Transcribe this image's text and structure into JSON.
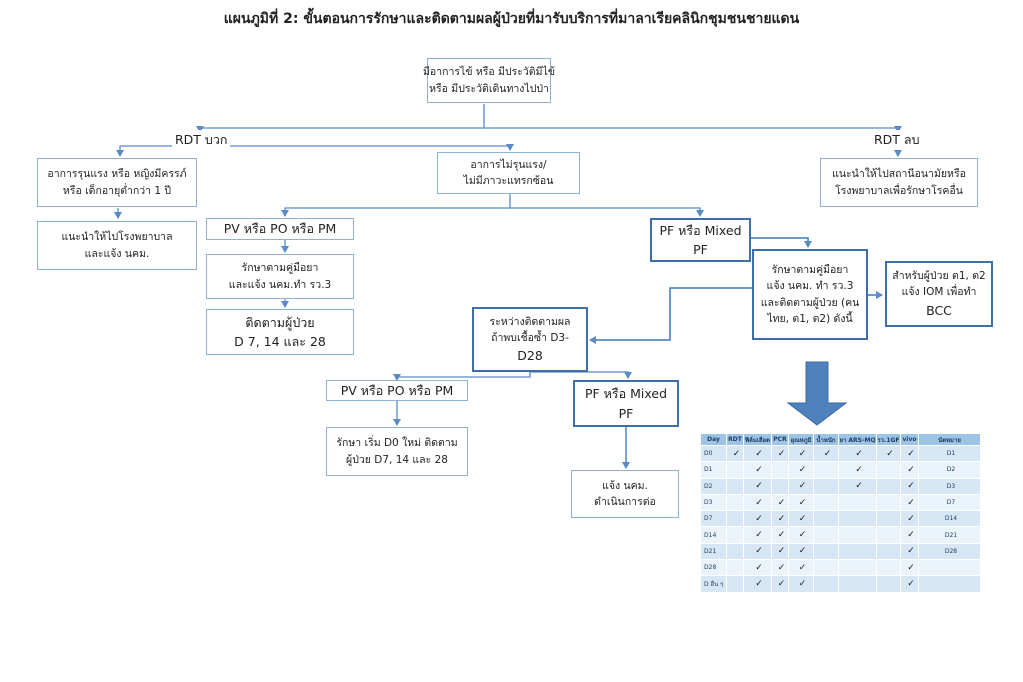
{
  "title": "แผนภูมิที่ 2: ขั้นตอนการรักษาและติดตามผลผู้ป่วยที่มารับบริการที่มาลาเรียคลินิกชุมชนชายแดน",
  "nodes": {
    "start": [
      "มีอาการไข้ หรือ มีประวัติมีไข้",
      "หรือ มีประวัติเดินทางไปป่า"
    ],
    "rdt_pos": "RDT บวก",
    "rdt_neg": "RDT ลบ",
    "severe": [
      "อาการรุนแรง หรือ หญิงมีครรภ์",
      "หรือ เด็กอายุต่ำกว่า 1 ปี"
    ],
    "severe_refer": [
      "แนะนำให้ไปโรงพยาบาล",
      "และแจ้ง นคม."
    ],
    "not_severe": [
      "อาการไม่รุนแรง/",
      "ไม่มีภาวะแทรกซ้อน"
    ],
    "negative_advice": [
      "แนะนำให้ไปสถานีอนามัยหรือ",
      "โรงพยาบาลเพื่อรักษาโรคอื่น"
    ],
    "pv_po_pm": "PV หรือ PO หรือ PM",
    "pv_treat": [
      "รักษาตามคู่มือยา",
      "และแจ้ง นคม.ทำ รว.3"
    ],
    "pv_follow": [
      "ติดตามผู้ป่วย",
      "D 7, 14 และ 28"
    ],
    "pf_mixed": [
      "PF หรือ Mixed",
      "PF"
    ],
    "pf_treat": [
      "รักษาตามคู่มือยา",
      "แจ้ง นคม. ทำ รว.3",
      "และติดตามผู้ป่วย (คน",
      "ไทย, ต1, ต2) ดังนี้"
    ],
    "thai_ibc": [
      "สำหรับผู้ป่วย ต1, ต2",
      "แจ้ง IOM เพื่อทำ",
      "BCC"
    ],
    "recheck": [
      "ระหว่างติดตามผล",
      "ถ้าพบเชื้อซ้ำ D3-",
      "D28"
    ],
    "pv_po_pm_2": "PV หรือ PO หรือ PM",
    "restart": [
      "รักษา เริ่ม D0 ใหม่ ติดตาม",
      "ผู้ป่วย D7, 14 และ 28"
    ],
    "pf_mixed_2": [
      "PF หรือ Mixed",
      "PF"
    ],
    "notify": [
      "แจ้ง นคม.",
      "ดำเนินการต่อ"
    ]
  },
  "schedule_table": {
    "headers": [
      "Day",
      "RDT",
      "ฟิล์มเลือด",
      "PCR",
      "อุณหภูมิ",
      "น้ำหนัก",
      "ยา ARS-MQ",
      "รว.1GF",
      "vivo",
      "นัดหมาย"
    ],
    "rows": [
      [
        "D0",
        "✓",
        "✓",
        "✓",
        "✓",
        "✓",
        "✓",
        "✓",
        "✓",
        "D1"
      ],
      [
        "D1",
        "",
        "✓",
        "",
        "✓",
        "",
        "✓",
        "",
        "✓",
        "D2"
      ],
      [
        "D2",
        "",
        "✓",
        "",
        "✓",
        "",
        "✓",
        "",
        "✓",
        "D3"
      ],
      [
        "D3",
        "",
        "✓",
        "✓",
        "✓",
        "",
        "",
        "",
        "✓",
        "D7"
      ],
      [
        "D7",
        "",
        "✓",
        "✓",
        "✓",
        "",
        "",
        "",
        "✓",
        "D14"
      ],
      [
        "D14",
        "",
        "✓",
        "✓",
        "✓",
        "",
        "",
        "",
        "✓",
        "D21"
      ],
      [
        "D21",
        "",
        "✓",
        "✓",
        "✓",
        "",
        "",
        "",
        "✓",
        "D28"
      ],
      [
        "D28",
        "",
        "✓",
        "✓",
        "✓",
        "",
        "",
        "",
        "✓",
        ""
      ],
      [
        "D อื่น ๆ",
        "",
        "✓",
        "✓",
        "✓",
        "",
        "",
        "",
        "✓",
        ""
      ]
    ]
  },
  "colors": {
    "connector": "#5b8ac6",
    "box_border": "#8fb1d6",
    "box_border_strong": "#3f6fa8",
    "big_arrow": "#4f81bd",
    "table_header": "#9dc3e6",
    "table_row_a": "#d6e6f5",
    "table_row_b": "#eaf2fa"
  }
}
